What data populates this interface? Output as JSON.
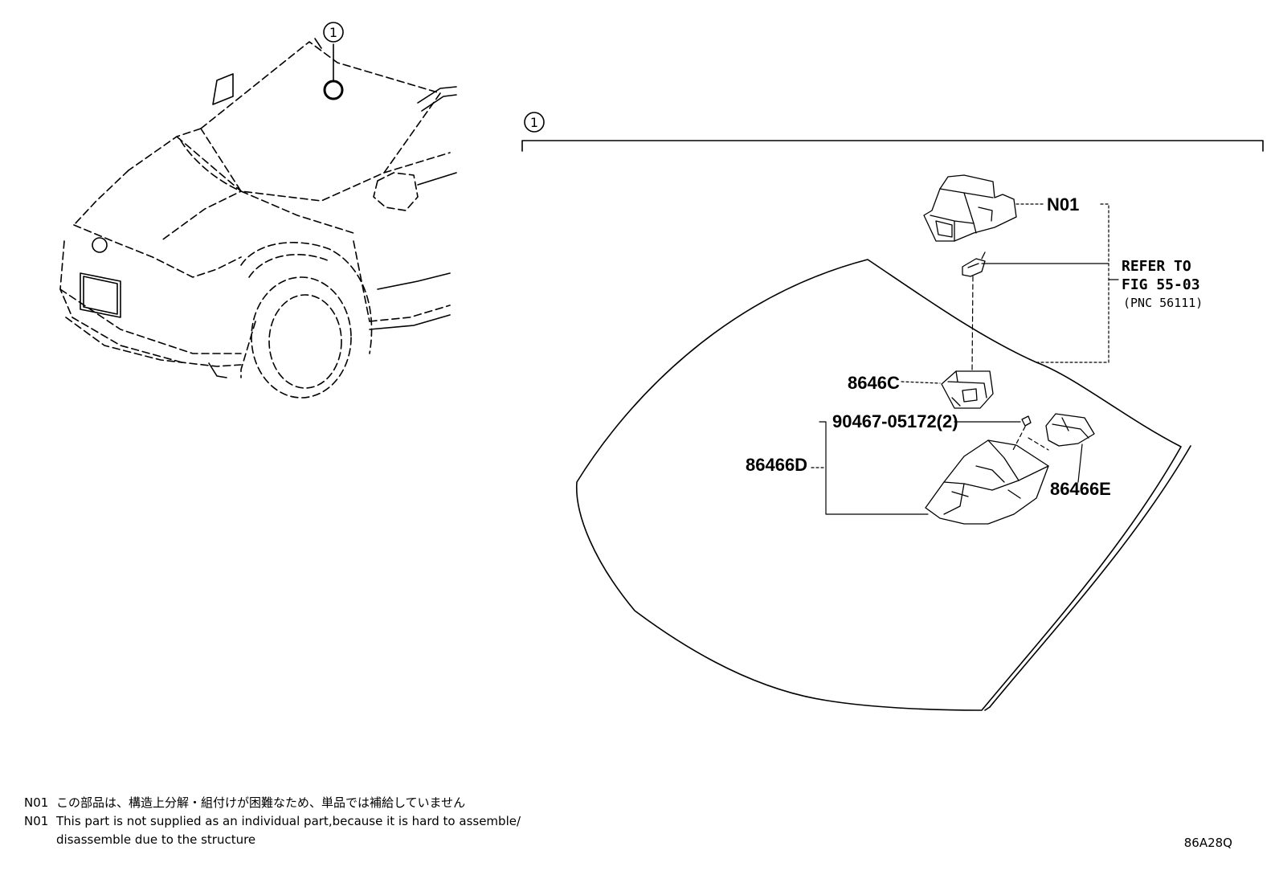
{
  "diagram": {
    "callout_number": "1",
    "parts": {
      "n01": "N01",
      "refer_line1": "REFER TO",
      "refer_line2": "FIG 55-03",
      "refer_line3": "(PNC 56111)",
      "p8646c": "8646C",
      "p90467": "90467-05172(2)",
      "p86466d": "86466D",
      "p86466e": "86466E"
    }
  },
  "notes": [
    {
      "id": "N01",
      "text": "この部品は、構造上分解・組付けが困難なため、単品では補給していません"
    },
    {
      "id": "N01",
      "text": "This part is not supplied as an individual part,because it is hard to assemble/"
    },
    {
      "id": "",
      "text": "disassemble due to the structure"
    }
  ],
  "illustration_code": "86A28Q"
}
